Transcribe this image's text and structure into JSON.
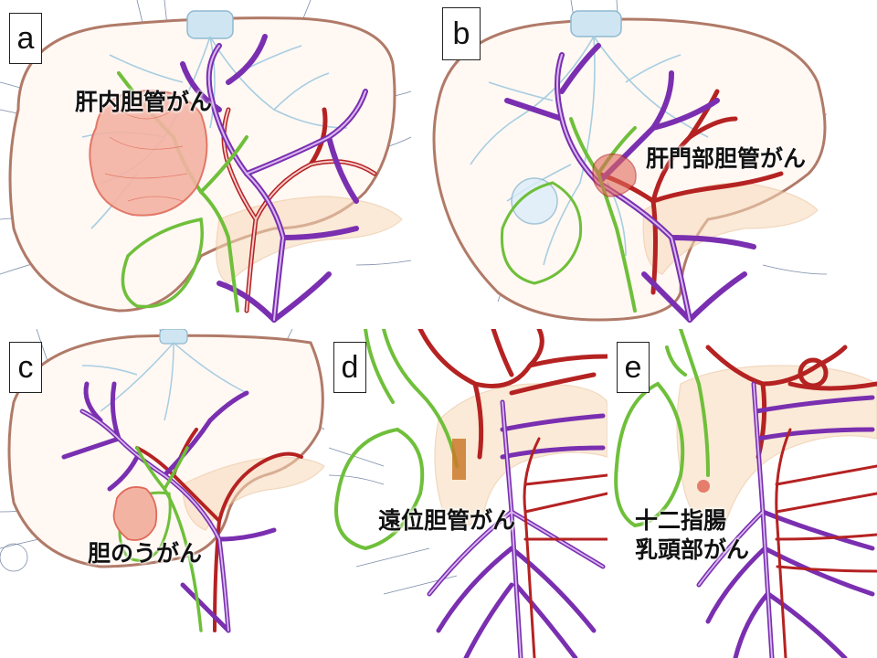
{
  "panels": [
    {
      "letter": "a",
      "caption_lines": [
        "肝内胆管がん"
      ]
    },
    {
      "letter": "b",
      "caption_lines": [
        "肝門部胆管がん"
      ]
    },
    {
      "letter": "c",
      "caption_lines": [
        "胆のうがん"
      ]
    },
    {
      "letter": "d",
      "caption_lines": [
        "遠位胆管がん"
      ]
    },
    {
      "letter": "e",
      "caption_lines": [
        "十二指腸",
        "乳頭部がん"
      ]
    }
  ],
  "colors": {
    "liver_outline": "#b07a68",
    "liver_fill": "#fff8f3",
    "bile_duct": "#6fbf3a",
    "portal_vein": "#7a2fb0",
    "portal_vein_light": "#d9b8f0",
    "artery": "#b52222",
    "artery_light": "#f5c9c9",
    "hepatic_vein": "#9ec9e0",
    "tumor": "#e06a5a",
    "tumor_fill": "#f3b3a3",
    "pancreas": "#f7d9b8",
    "annotation": "#7b8ba8"
  }
}
